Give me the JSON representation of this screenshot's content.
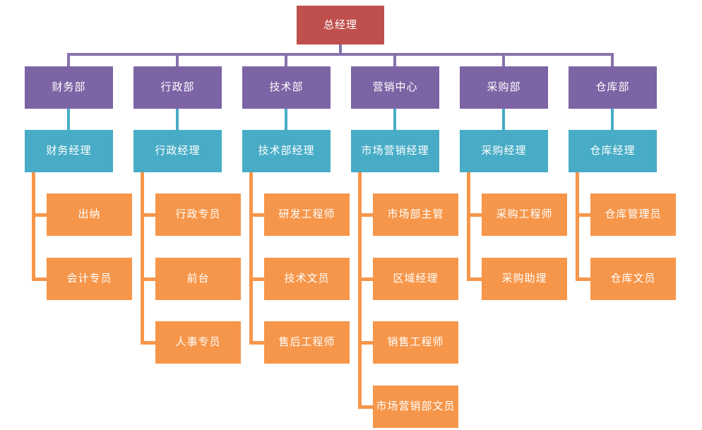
{
  "colors": {
    "root": "#C0504D",
    "department": "#7D64A5",
    "department_line": "#8673AC",
    "manager": "#48ACC6",
    "manager_line": "#48ACC6",
    "staff": "#F6964A",
    "staff_line": "#F6964A"
  },
  "root": {
    "label": "总经理"
  },
  "departments": [
    {
      "dept": "财务部",
      "manager": "财务经理",
      "staff": [
        "出纳",
        "会计专员"
      ]
    },
    {
      "dept": "行政部",
      "manager": "行政经理",
      "staff": [
        "行政专员",
        "前台",
        "人事专员"
      ]
    },
    {
      "dept": "技术部",
      "manager": "技术部经理",
      "staff": [
        "研发工程师",
        "技术文员",
        "售后工程师"
      ]
    },
    {
      "dept": "营销中心",
      "manager": "市场营销经理",
      "staff": [
        "市场部主管",
        "区域经理",
        "销售工程师",
        "市场营销部文员"
      ]
    },
    {
      "dept": "采购部",
      "manager": "采购经理",
      "staff": [
        "采购工程师",
        "采购助理"
      ]
    },
    {
      "dept": "仓库部",
      "manager": "仓库经理",
      "staff": [
        "仓库管理员",
        "仓库文员"
      ]
    }
  ]
}
